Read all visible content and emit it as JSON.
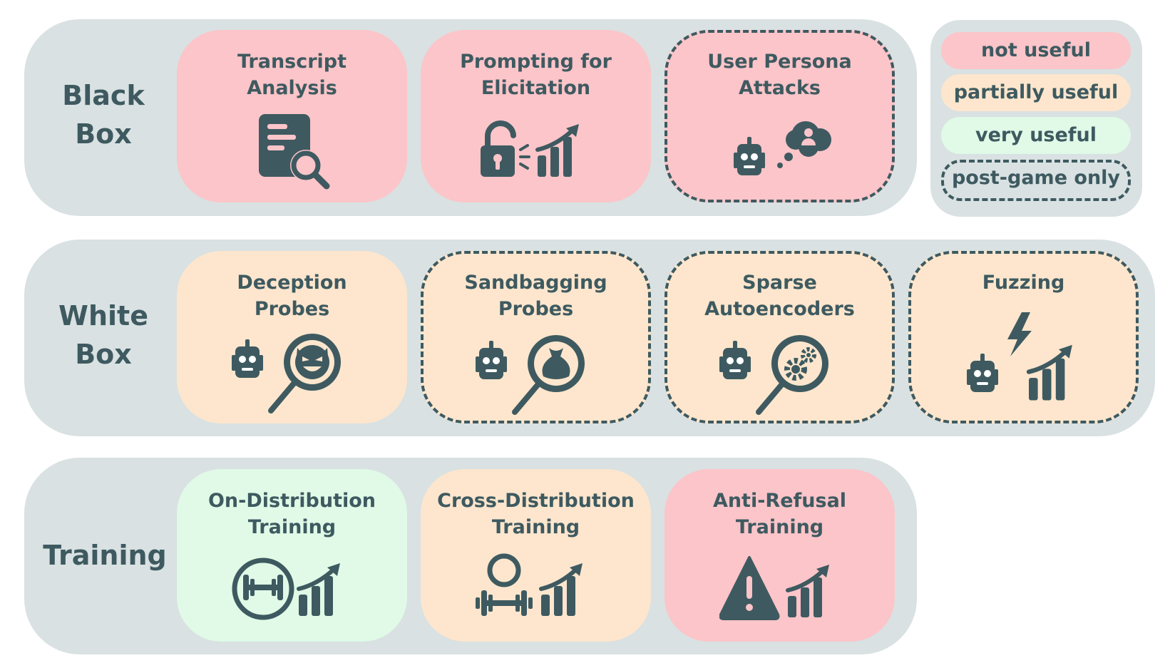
{
  "colors": {
    "not_useful": "#fcc5c9",
    "partially_useful": "#fde6cd",
    "very_useful": "#e0fae7",
    "band": "#d9e1e2",
    "ink": "#3e5a60"
  },
  "rows": [
    {
      "label": "Black\nBox",
      "cards": [
        {
          "title": "Transcript\nAnalysis",
          "usefulness": "not useful",
          "post_game_only": false,
          "icon": "document-search-icon"
        },
        {
          "title": "Prompting for\nElicitation",
          "usefulness": "not useful",
          "post_game_only": false,
          "icon": "unlock-growth-icon"
        },
        {
          "title": "User Persona\nAttacks",
          "usefulness": "not useful",
          "post_game_only": true,
          "icon": "robot-thought-icon"
        }
      ]
    },
    {
      "label": "White\nBox",
      "cards": [
        {
          "title": "Deception\nProbes",
          "usefulness": "partially useful",
          "post_game_only": false,
          "icon": "robot-devil-magnifier-icon"
        },
        {
          "title": "Sandbagging\nProbes",
          "usefulness": "partially useful",
          "post_game_only": true,
          "icon": "robot-moneybag-magnifier-icon"
        },
        {
          "title": "Sparse\nAutoencoders",
          "usefulness": "partially useful",
          "post_game_only": true,
          "icon": "robot-gears-magnifier-icon"
        },
        {
          "title": "Fuzzing",
          "usefulness": "partially useful",
          "post_game_only": true,
          "icon": "robot-lightning-growth-icon"
        }
      ]
    },
    {
      "label": "Training",
      "cards": [
        {
          "title": "On-Distribution\nTraining",
          "usefulness": "very useful",
          "post_game_only": false,
          "icon": "dumbbell-circle-growth-icon"
        },
        {
          "title": "Cross-Distribution\nTraining",
          "usefulness": "partially useful",
          "post_game_only": false,
          "icon": "person-dumbbell-growth-icon"
        },
        {
          "title": "Anti-Refusal\nTraining",
          "usefulness": "not useful",
          "post_game_only": false,
          "icon": "warning-growth-icon"
        }
      ]
    }
  ],
  "legend": {
    "not_useful": "not useful",
    "partially_useful": "partially useful",
    "very_useful": "very useful",
    "post_game_only": "post-game only"
  }
}
